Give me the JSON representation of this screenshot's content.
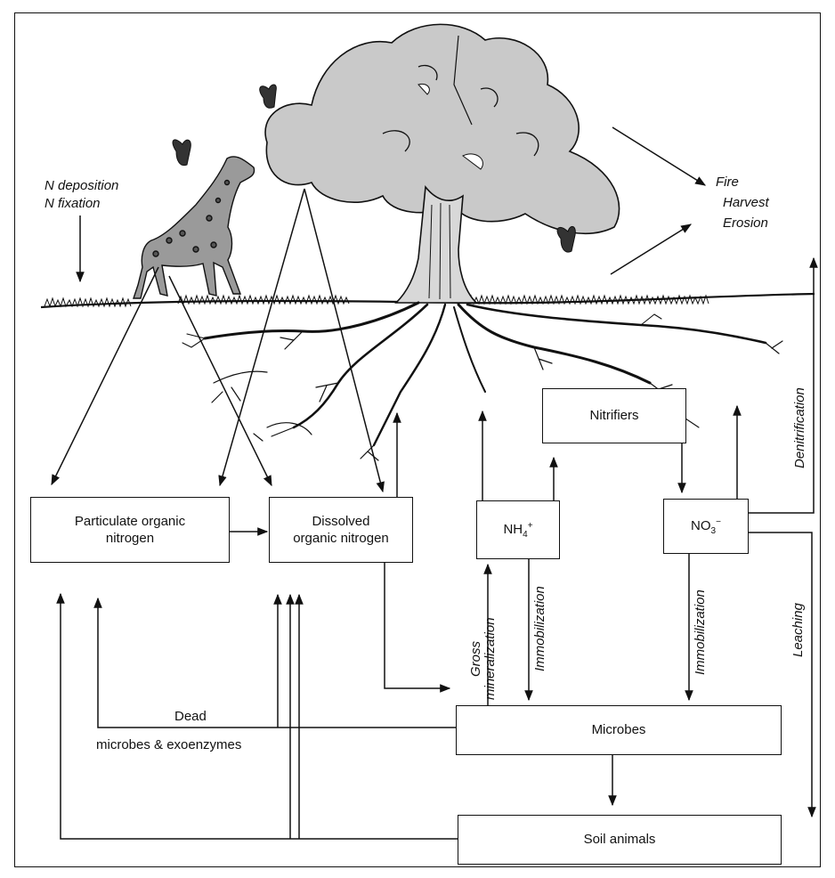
{
  "inputs": {
    "deposition": "N deposition",
    "fixation": "N fixation"
  },
  "losses": {
    "fire": "Fire",
    "harvest": "Harvest",
    "erosion": "Erosion"
  },
  "boxes": {
    "pon_line1": "Particulate organic",
    "pon_line2": "nitrogen",
    "don_line1": "Dissolved",
    "don_line2": "organic nitrogen",
    "nh4_base": "NH",
    "nh4_sub": "4",
    "nh4_sup": "+",
    "no3_base": "NO",
    "no3_sub": "3",
    "no3_sup": "−",
    "nitrifiers": "Nitrifiers",
    "microbes": "Microbes",
    "soil_animals": "Soil animals"
  },
  "processes": {
    "gross": "Gross",
    "mineralization": "mineralization",
    "immobilization_1": "Immobilization",
    "immobilization_2": "Immobilization",
    "leaching": "Leaching",
    "denitrification": "Denitrification",
    "dead": "Dead",
    "dead_detail": "microbes & exoenzymes"
  }
}
